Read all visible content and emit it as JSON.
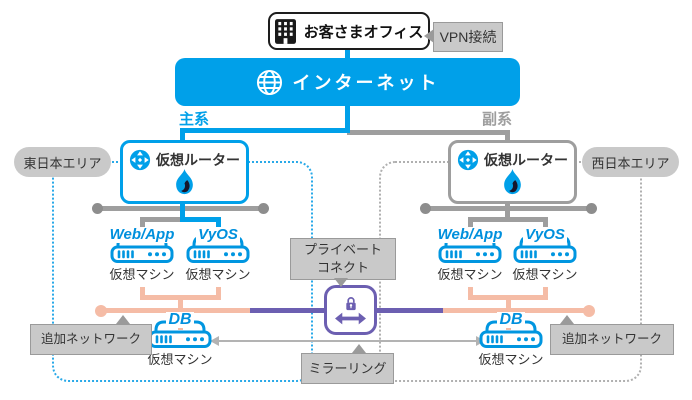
{
  "colors": {
    "blue": "#00a0e9",
    "gray": "#9e9e9e",
    "pink": "#f5bca6",
    "purple": "#6c5fb1",
    "mirror": "#b3b3b3",
    "badgebg": "#c9c9c9",
    "badgeline": "#9a9a9a"
  },
  "office": {
    "label": "お客さまオフィス"
  },
  "vpn_badge": "VPN接続",
  "internet": {
    "label": "インターネット"
  },
  "lines": {
    "primary": "主系",
    "secondary": "副系"
  },
  "areas": {
    "east": "東日本エリア",
    "west": "西日本エリア"
  },
  "router": {
    "label": "仮想ルーター"
  },
  "vm": {
    "caption": "仮想マシン",
    "web": "Web/App",
    "vyos": "VyOS",
    "db": "DB"
  },
  "badges": {
    "private_connect_1": "プライベート",
    "private_connect_2": "コネクト",
    "additional_network": "追加ネットワーク",
    "mirroring": "ミラーリング"
  }
}
